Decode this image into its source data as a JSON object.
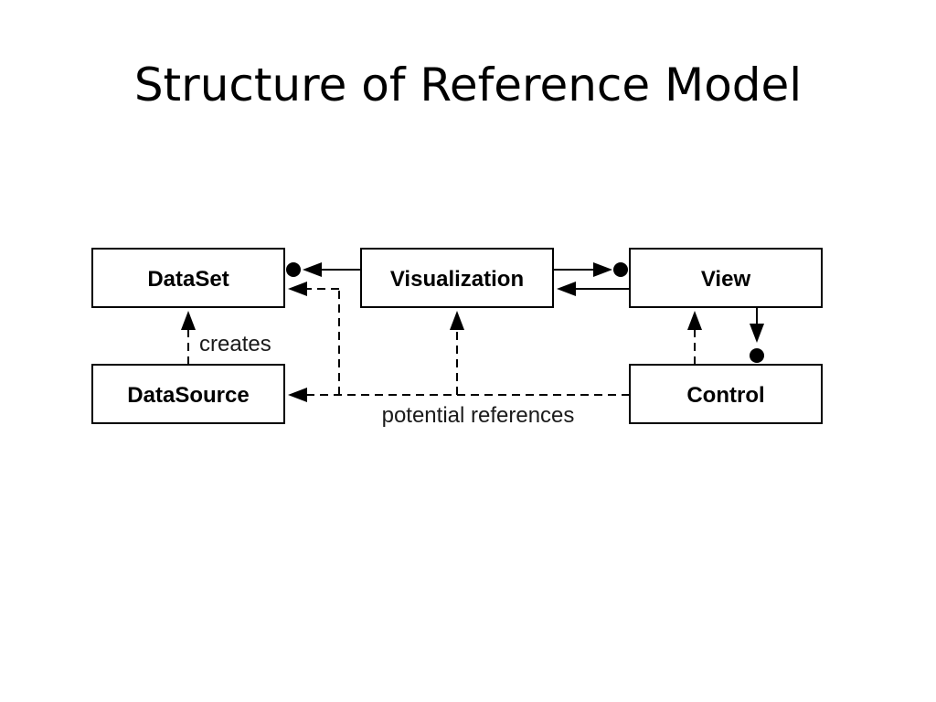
{
  "slide": {
    "title": "Structure of Reference Model"
  },
  "diagram": {
    "nodes": {
      "dataset": "DataSet",
      "visualization": "Visualization",
      "view": "View",
      "datasource": "DataSource",
      "control": "Control"
    },
    "edge_labels": {
      "creates": "creates",
      "potential_references": "potential references"
    }
  }
}
